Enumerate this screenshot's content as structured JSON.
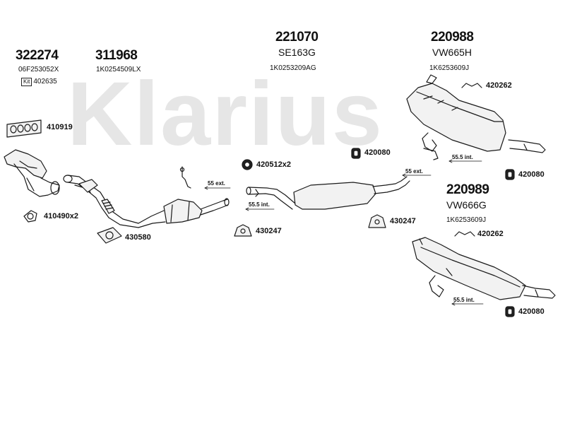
{
  "watermark": "Klarius",
  "parts": {
    "p322274": {
      "number": "322274",
      "oem": "06F253052X",
      "kit_box": "Kit",
      "kit_number": "402635"
    },
    "p311968": {
      "number": "311968",
      "oem": "1K0254509LX"
    },
    "p221070": {
      "number": "221070",
      "code": "SE163G",
      "oem": "1K0253209AG"
    },
    "p220988": {
      "number": "220988",
      "code": "VW665H",
      "oem": "1K6253609J"
    },
    "p220989": {
      "number": "220989",
      "code": "VW666G",
      "oem": "1K6253609J"
    }
  },
  "labels": {
    "l410919": "410919",
    "l410490": "410490x2",
    "l430580": "430580",
    "l420512": "420512x2",
    "l420080a": "420080",
    "l420080b": "420080",
    "l420080c": "420080",
    "l420262a": "420262",
    "l420262b": "420262",
    "l430247a": "430247",
    "l430247b": "430247"
  },
  "dims": {
    "d55ext_a": "55 ext.",
    "d55ext_b": "55 ext.",
    "d555int_a": "55.5 int.",
    "d555int_b": "55.5 int.",
    "d555int_c": "55.5 int."
  },
  "colors": {
    "watermark": "#e6e6e6",
    "line": "#1a1a1a",
    "fill": "#f2f2f2"
  }
}
